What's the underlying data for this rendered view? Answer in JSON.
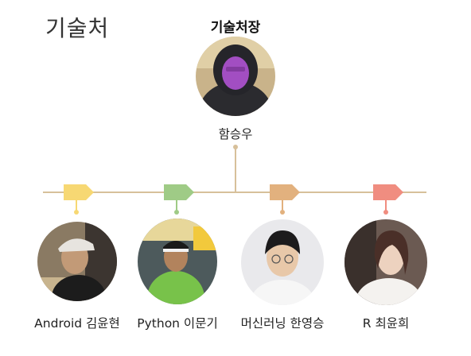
{
  "page": {
    "title": "기술처"
  },
  "head": {
    "title": "기술처장",
    "name": "함승우"
  },
  "members": [
    {
      "name": "Android 김윤현",
      "color": "#f7d873"
    },
    {
      "name": "Python 이문기",
      "color": "#9fcb86"
    },
    {
      "name": "머신러닝 한영승",
      "color": "#e2b17e"
    },
    {
      "name": "R 최윤희",
      "color": "#f08d80"
    }
  ],
  "colors": {
    "line": "#d7c09a"
  }
}
